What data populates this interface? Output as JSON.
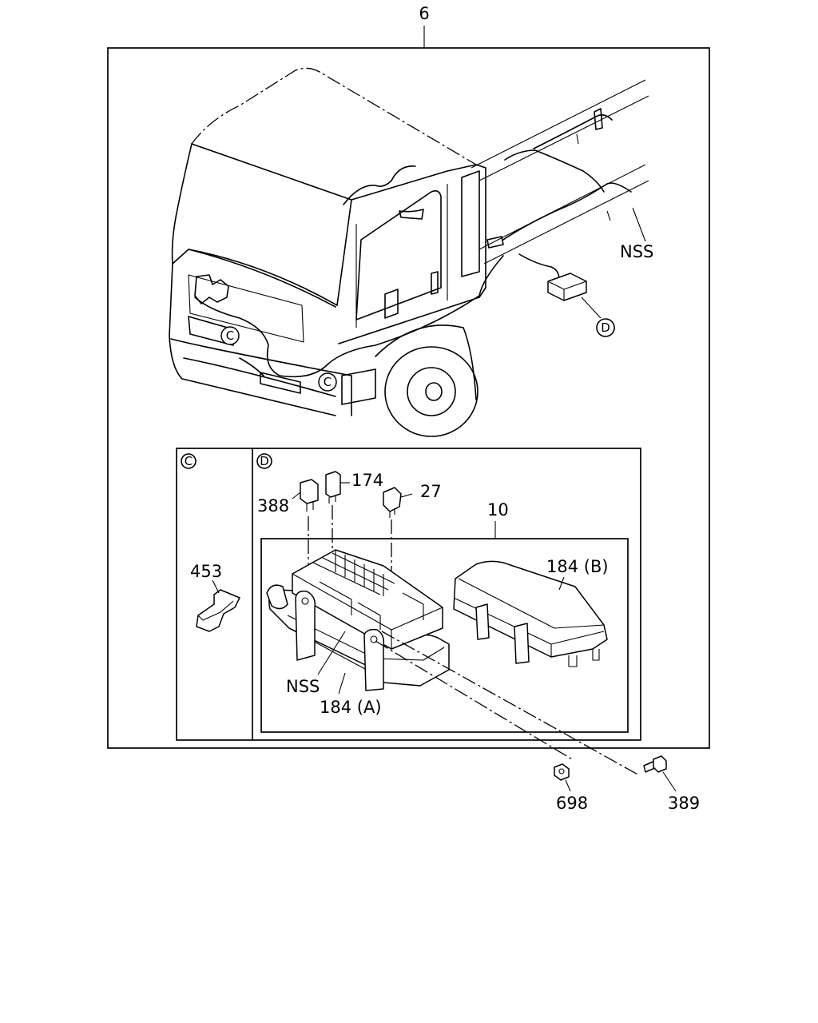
{
  "diagram": {
    "main_callout": "6",
    "harness_callout": "NSS",
    "detail_refs": {
      "c": "C",
      "d": "D"
    },
    "parts": {
      "p453": "453",
      "p388": "388",
      "p174": "174",
      "p27": "27",
      "p10": "10",
      "p184b": "184 (B)",
      "nss": "NSS",
      "p184a": "184 (A)",
      "p698": "698",
      "p389": "389"
    }
  }
}
